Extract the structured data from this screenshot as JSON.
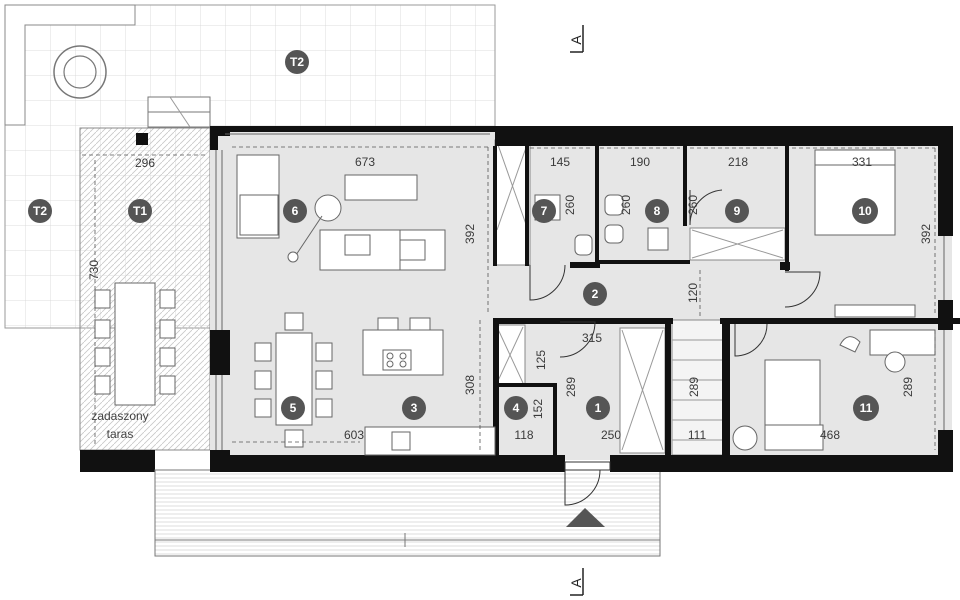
{
  "colors": {
    "wall": "#111111",
    "floor": "#e6e6e6",
    "terrace": "#f7f7f7",
    "badge": "#555555",
    "tile_line": "#cfcfcf"
  },
  "section_marks": {
    "top": "A",
    "bottom": "A"
  },
  "terrace_labels": {
    "t2_upper": "T2",
    "t2_left": "T2",
    "t1": "T1"
  },
  "covered_terrace_note": {
    "line1": "zadaszony",
    "line2": "taras"
  },
  "rooms": [
    {
      "number": "1"
    },
    {
      "number": "2"
    },
    {
      "number": "3"
    },
    {
      "number": "4"
    },
    {
      "number": "5"
    },
    {
      "number": "6"
    },
    {
      "number": "7"
    },
    {
      "number": "8"
    },
    {
      "number": "9"
    },
    {
      "number": "10"
    },
    {
      "number": "11"
    }
  ],
  "dimensions": {
    "t1_width": "296",
    "t1_height": "730",
    "living_width": "673",
    "living_height": "392",
    "kitchen_width": "603",
    "kitchen_height": "308",
    "bath7_width": "145",
    "bath7_height": "260",
    "wc8_width": "190",
    "wc8_height": "260",
    "hall9_width": "218",
    "hall9_height": "260",
    "bed10_width": "331",
    "bed10_height": "392",
    "corridor_height": "120",
    "hall1_width": "315",
    "hall1_width_lower": "250",
    "hall1_height": "289",
    "closet_height": "125",
    "room4_height": "152",
    "room4_width": "118",
    "stairs_height": "289",
    "stairs_width": "111",
    "bed11_width": "468",
    "bed11_height": "289"
  }
}
